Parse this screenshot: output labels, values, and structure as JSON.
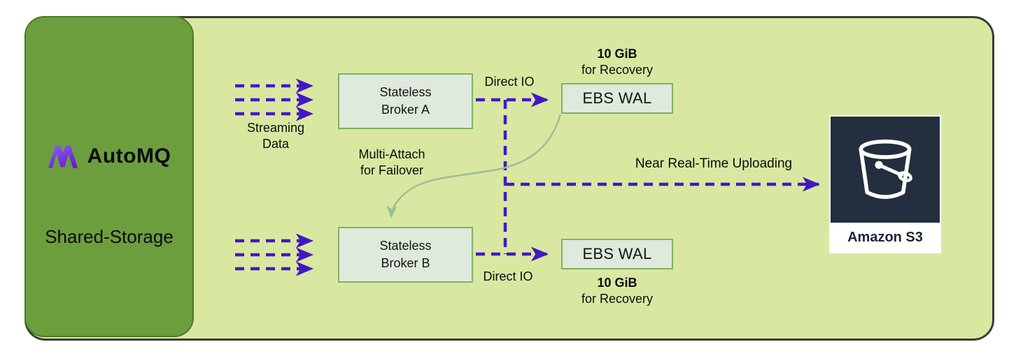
{
  "brand": {
    "wordmark": "AutoMQ",
    "panel_label": "Shared-Storage"
  },
  "nodes": {
    "broker_a": {
      "line1": "Stateless",
      "line2": "Broker A"
    },
    "broker_b": {
      "line1": "Stateless",
      "line2": "Broker B"
    },
    "ebs_wal_top": {
      "label": "EBS WAL"
    },
    "ebs_wal_bottom": {
      "label": "EBS WAL"
    },
    "amazon_s3": {
      "label": "Amazon S3"
    }
  },
  "labels": {
    "streaming_data": {
      "line1": "Streaming",
      "line2": "Data"
    },
    "direct_io_top": "Direct IO",
    "direct_io_bottom": "Direct IO",
    "recovery_top": {
      "line1": "10 GiB",
      "line2": "for Recovery"
    },
    "recovery_bottom": {
      "line1": "10 GiB",
      "line2": "for Recovery"
    },
    "multi_attach": {
      "line1": "Multi-Attach",
      "line2": "for Failover"
    },
    "near_real_time_uploading": "Near Real-Time Uploading"
  },
  "icons": {
    "automq_logo": "automq-m-monogram",
    "s3_bucket": "aws-s3-bucket"
  },
  "colors": {
    "canvas_fill": "#d8e8a1",
    "canvas_border": "#3b3b3b",
    "panel_fill": "#6c9e3e",
    "panel_border": "#4c7a22",
    "node_fill": "#deeadc",
    "node_border": "#82b066",
    "arrow_purple": "#4517c2",
    "failover_green": "#9dbe98",
    "s3_navy": "#232f3e"
  }
}
